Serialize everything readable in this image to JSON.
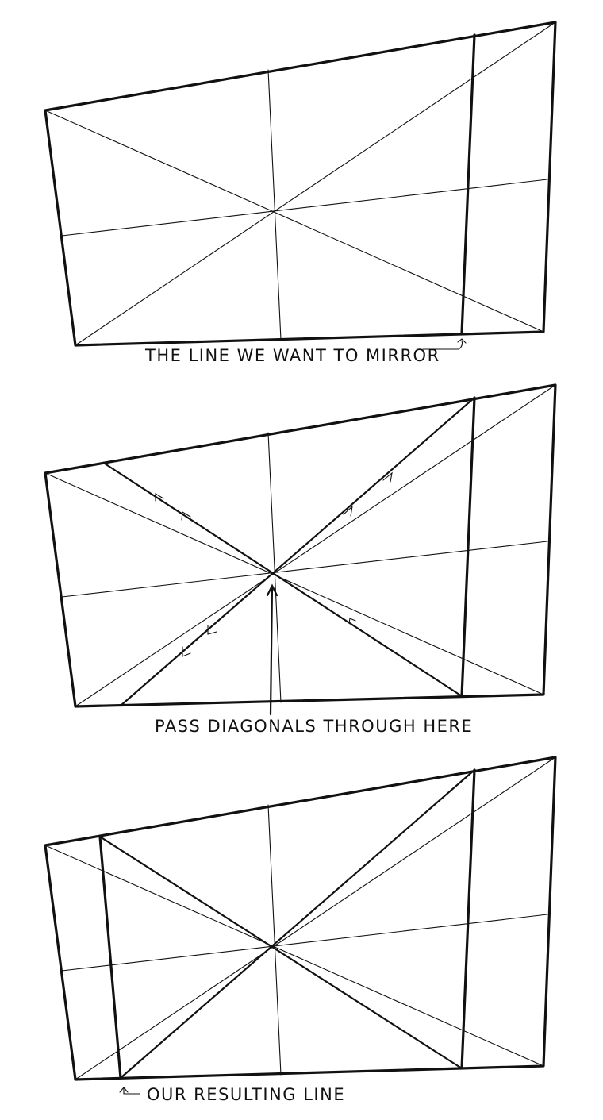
{
  "panels": [
    {
      "caption": "THE LINE WE WANT TO MIRROR"
    },
    {
      "caption": "PASS DIAGONALS THROUGH HERE"
    },
    {
      "caption": "OUR RESULTING LINE"
    }
  ]
}
